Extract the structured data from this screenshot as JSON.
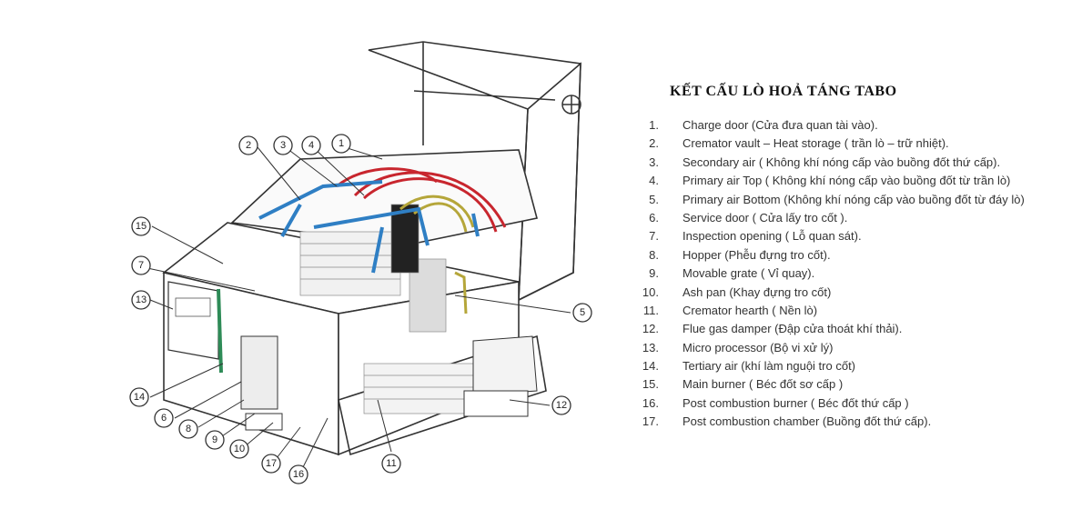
{
  "legend": {
    "title": "KẾT CẤU LÒ HOẢ TÁNG TABO",
    "items": [
      {
        "num": "1.",
        "text": "Charge door (Cửa đưa quan tài vào)."
      },
      {
        "num": "2.",
        "text": "Cremator vault – Heat storage ( trần lò – trữ nhiệt)."
      },
      {
        "num": "3.",
        "text": "Secondary air ( Không khí nóng cấp vào buồng đốt thứ cấp)."
      },
      {
        "num": "4.",
        "text": "Primary air Top ( Không khí nóng cấp vào buồng đốt từ trần lò)"
      },
      {
        "num": "5.",
        "text": "Primary air Bottom (Không khí nóng cấp vào buồng đốt từ đáy lò)"
      },
      {
        "num": "6.",
        "text": "Service door ( Cửa lấy tro cốt )."
      },
      {
        "num": "7.",
        "text": "Inspection opening ( Lỗ quan sát)."
      },
      {
        "num": "8.",
        "text": "Hopper (Phễu đựng tro cốt)."
      },
      {
        "num": "9.",
        "text": "Movable grate ( Vỉ quay)."
      },
      {
        "num": "10.",
        "text": "Ash pan  (Khay đựng tro cốt)"
      },
      {
        "num": "11.",
        "text": "Cremator hearth ( Nền lò)"
      },
      {
        "num": "12.",
        "text": "Flue gas damper (Đập cửa thoát khí thải)."
      },
      {
        "num": "13.",
        "text": "Micro processor (Bộ vi xử lý)"
      },
      {
        "num": "14.",
        "text": "Tertiary air (khí làm nguội tro cốt)"
      },
      {
        "num": "15.",
        "text": "Main burner ( Béc đốt sơ cấp )"
      },
      {
        "num": "16.",
        "text": "Post combustion burner ( Béc đốt thứ cấp )"
      },
      {
        "num": "17.",
        "text": "Post combustion chamber (Buồng đốt thứ cấp)."
      }
    ]
  },
  "diagram": {
    "callouts": [
      "1",
      "2",
      "3",
      "4",
      "5",
      "6",
      "7",
      "8",
      "9",
      "10",
      "11",
      "12",
      "13",
      "14",
      "15",
      "16",
      "17"
    ],
    "colors": {
      "line": "#333333",
      "heat_storage_red": "#c8262e",
      "air_blue": "#2f7fc4",
      "primary_air_olive": "#b5a63a",
      "panel_green": "#2e8b57",
      "brick": "#8a8a8a"
    }
  }
}
